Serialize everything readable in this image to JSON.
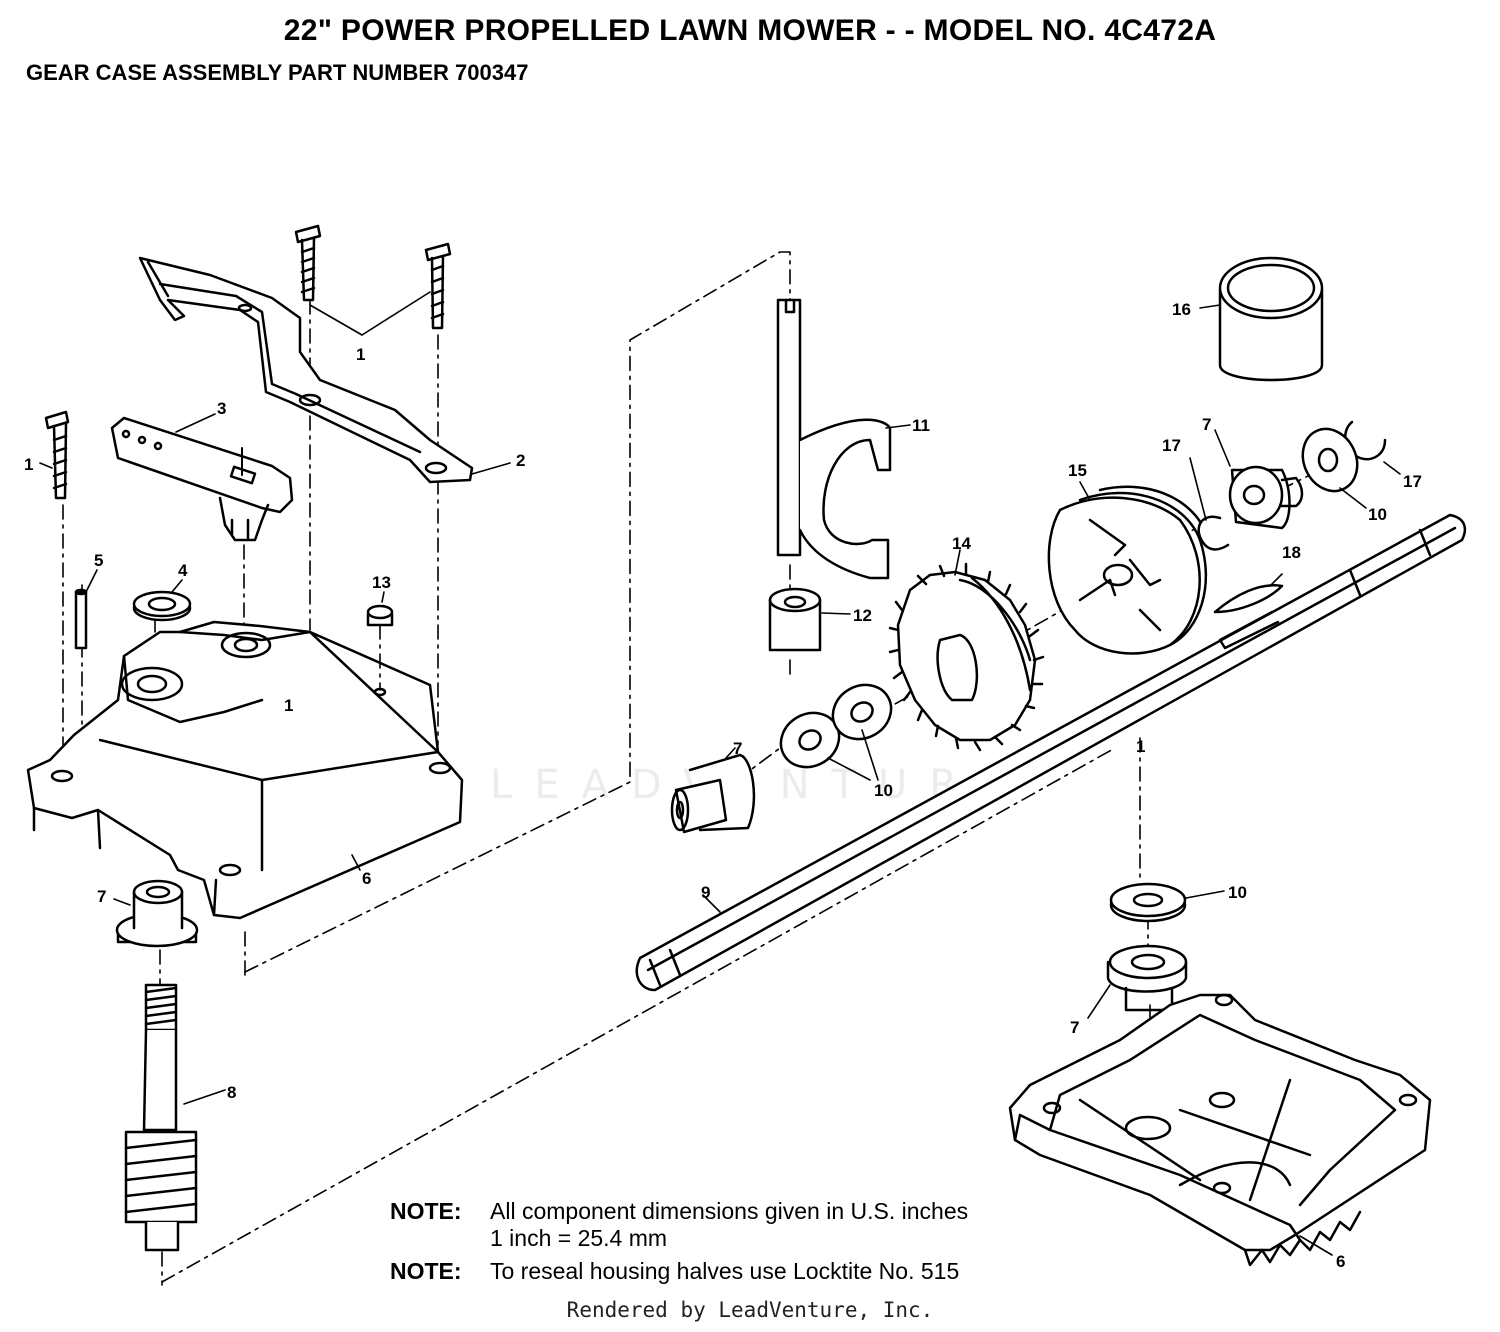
{
  "title": "22\" POWER PROPELLED LAWN MOWER - - MODEL NO. 4C472A",
  "subtitle": "GEAR CASE ASSEMBLY PART NUMBER 700347",
  "callouts": {
    "c1a": "1",
    "c1b": "1",
    "c1c": "1",
    "c1d": "1",
    "c2": "2",
    "c3": "3",
    "c4": "4",
    "c5": "5",
    "c6a": "6",
    "c6b": "6",
    "c7a": "7",
    "c7b": "7",
    "c7c": "7",
    "c7d": "7",
    "c8": "8",
    "c9": "9",
    "c10a": "10",
    "c10b": "10",
    "c10c": "10",
    "c11": "11",
    "c12": "12",
    "c13": "13",
    "c14": "14",
    "c15": "15",
    "c16": "16",
    "c17a": "17",
    "c17b": "17",
    "c18": "18"
  },
  "notes": [
    {
      "label": "NOTE:",
      "lines": [
        "All component dimensions given in U.S. inches",
        "1 inch = 25.4 mm"
      ]
    },
    {
      "label": "NOTE:",
      "lines": [
        "To reseal housing halves use Locktite No. 515"
      ]
    }
  ],
  "watermark": "LEADVENTURE",
  "footer": "Rendered by LeadVenture, Inc."
}
